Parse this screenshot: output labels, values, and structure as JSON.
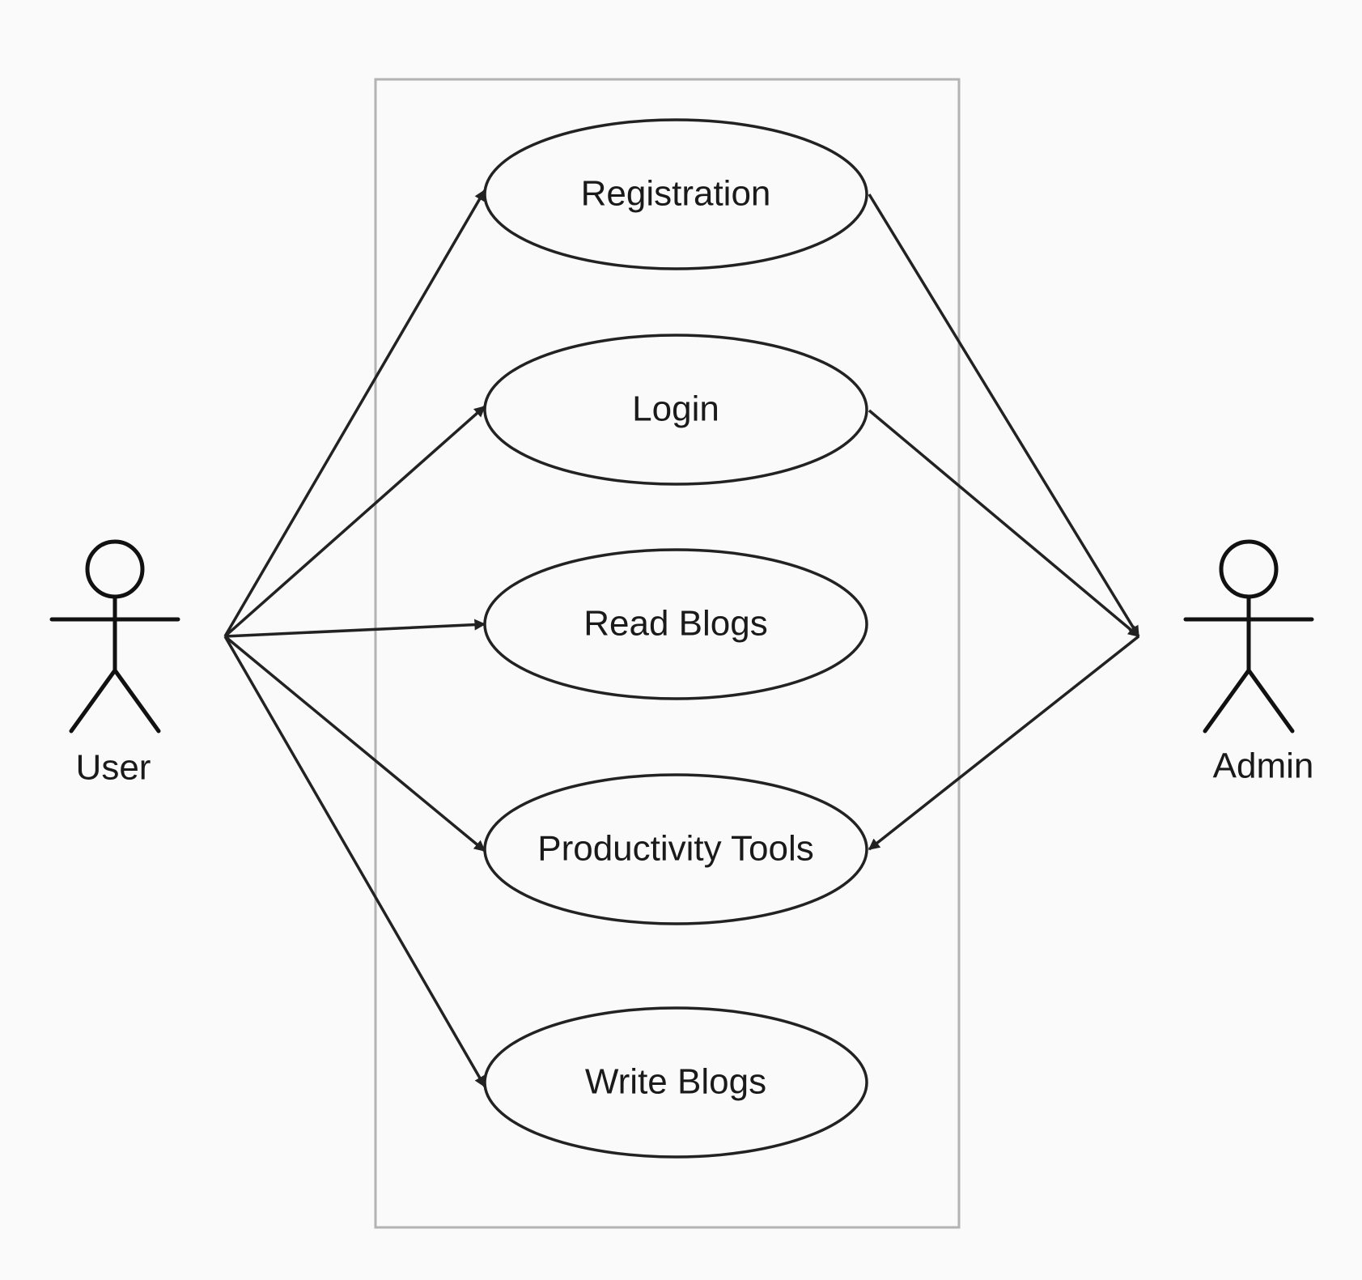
{
  "diagram": {
    "kind": "use-case-diagram",
    "colors": {
      "background": "#fafafa",
      "boundary": "#b3b3b3",
      "lines": "#222222",
      "text": "#1a1a1a"
    },
    "actors": [
      {
        "id": "user",
        "label": "User"
      },
      {
        "id": "admin",
        "label": "Admin"
      }
    ],
    "use_cases": [
      {
        "id": "registration",
        "label": "Registration"
      },
      {
        "id": "login",
        "label": "Login"
      },
      {
        "id": "read-blogs",
        "label": "Read Blogs"
      },
      {
        "id": "productivity-tools",
        "label": "Productivity Tools"
      },
      {
        "id": "write-blogs",
        "label": "Write Blogs"
      }
    ],
    "associations": [
      {
        "from": "user",
        "to": "registration",
        "arrow": "to"
      },
      {
        "from": "user",
        "to": "login",
        "arrow": "to"
      },
      {
        "from": "user",
        "to": "read-blogs",
        "arrow": "to"
      },
      {
        "from": "user",
        "to": "productivity-tools",
        "arrow": "to"
      },
      {
        "from": "user",
        "to": "write-blogs",
        "arrow": "to"
      },
      {
        "from": "registration",
        "to": "admin",
        "arrow": "to"
      },
      {
        "from": "login",
        "to": "admin",
        "arrow": "to"
      },
      {
        "from": "admin",
        "to": "productivity-tools",
        "arrow": "to"
      }
    ]
  }
}
